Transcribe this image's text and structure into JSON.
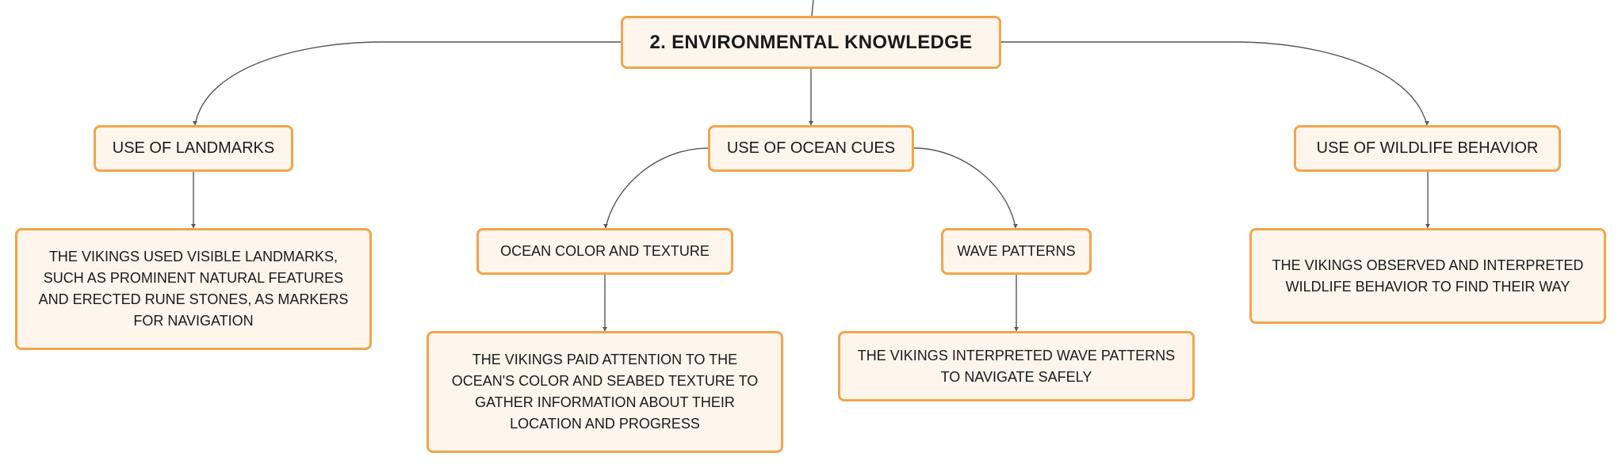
{
  "diagram": {
    "root": {
      "label": "2. ENVIRONMENTAL KNOWLEDGE"
    },
    "landmarks": {
      "label": "USE OF LANDMARKS",
      "description": "THE VIKINGS USED VISIBLE LANDMARKS, SUCH AS PROMINENT NATURAL FEATURES AND ERECTED RUNE STONES, AS MARKERS FOR NAVIGATION"
    },
    "ocean_cues": {
      "label": "USE OF OCEAN CUES",
      "color_texture": {
        "label": "OCEAN COLOR AND TEXTURE",
        "description": "THE VIKINGS PAID ATTENTION TO THE OCEAN'S COLOR AND SEABED TEXTURE TO GATHER INFORMATION ABOUT THEIR LOCATION AND PROGRESS"
      },
      "wave_patterns": {
        "label": "WAVE PATTERNS",
        "description": "THE VIKINGS INTERPRETED WAVE PATTERNS TO NAVIGATE SAFELY"
      }
    },
    "wildlife": {
      "label": "USE OF WILDLIFE BEHAVIOR",
      "description": "THE VIKINGS OBSERVED AND INTERPRETED WILDLIFE BEHAVIOR TO FIND THEIR WAY"
    }
  },
  "colors": {
    "node_fill": "#fef5ec",
    "node_border": "#f2a54a",
    "connector": "#555555"
  }
}
